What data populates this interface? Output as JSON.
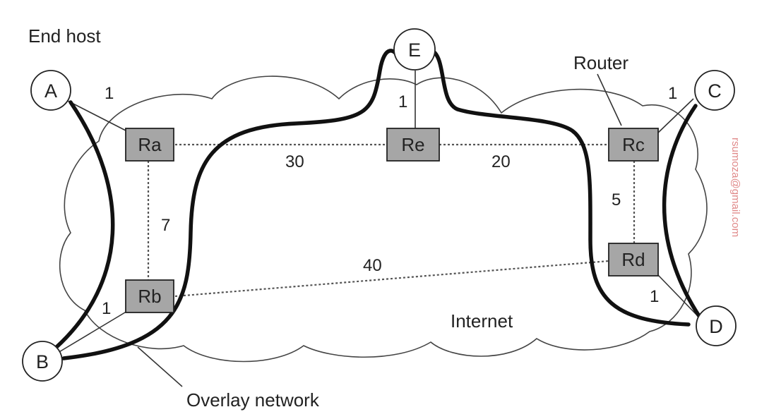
{
  "labels": {
    "end_host": "End host",
    "router": "Router",
    "internet": "Internet",
    "overlay_network": "Overlay network"
  },
  "hosts": {
    "A": "A",
    "B": "B",
    "C": "C",
    "D": "D",
    "E": "E"
  },
  "routers": {
    "Ra": "Ra",
    "Rb": "Rb",
    "Rc": "Rc",
    "Rd": "Rd",
    "Re": "Re"
  },
  "link_weights": {
    "A_Ra": "1",
    "B_Rb": "1",
    "C_Rc": "1",
    "D_Rd": "1",
    "E_Re": "1",
    "Ra_Re": "30",
    "Re_Rc": "20",
    "Ra_Rb": "7",
    "Rc_Rd": "5",
    "Rb_Rd": "40"
  },
  "watermark": "rsumoza@gmail.com"
}
